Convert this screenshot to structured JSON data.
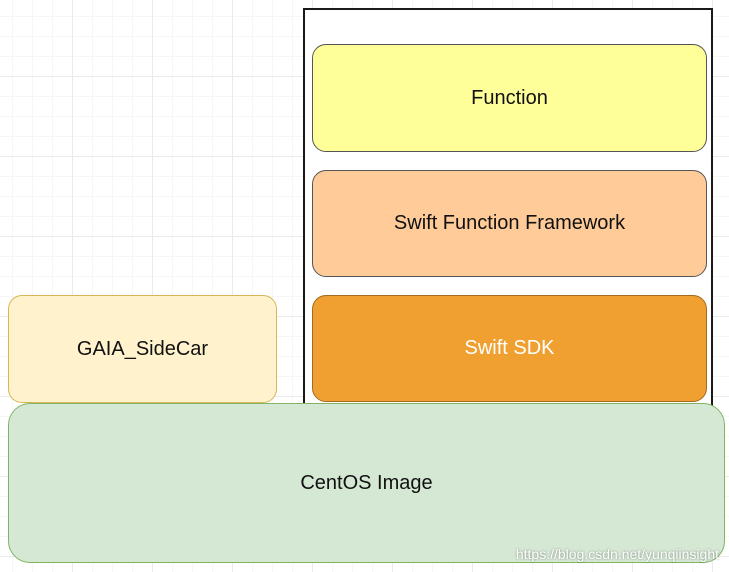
{
  "diagram": {
    "boxes": [
      {
        "id": "function",
        "label": "Function",
        "fill": "#ffff99",
        "stroke": "#555555"
      },
      {
        "id": "framework",
        "label": "Swift Function Framework",
        "fill": "#ffcc99",
        "stroke": "#555555"
      },
      {
        "id": "sdk",
        "label": "Swift SDK",
        "fill": "#f0a030",
        "stroke": "#a26b1e",
        "text_color": "#ffffff"
      },
      {
        "id": "sidecar",
        "label": "GAIA_SideCar",
        "fill": "#fff2cc",
        "stroke": "#d6b656"
      },
      {
        "id": "centos",
        "label": "CentOS Image",
        "fill": "#d5e8d4",
        "stroke": "#82b366"
      }
    ],
    "grouping": {
      "label": "",
      "stroke": "#1a1a1a"
    },
    "watermark": "https://blog.csdn.net/yunqiinsight"
  }
}
